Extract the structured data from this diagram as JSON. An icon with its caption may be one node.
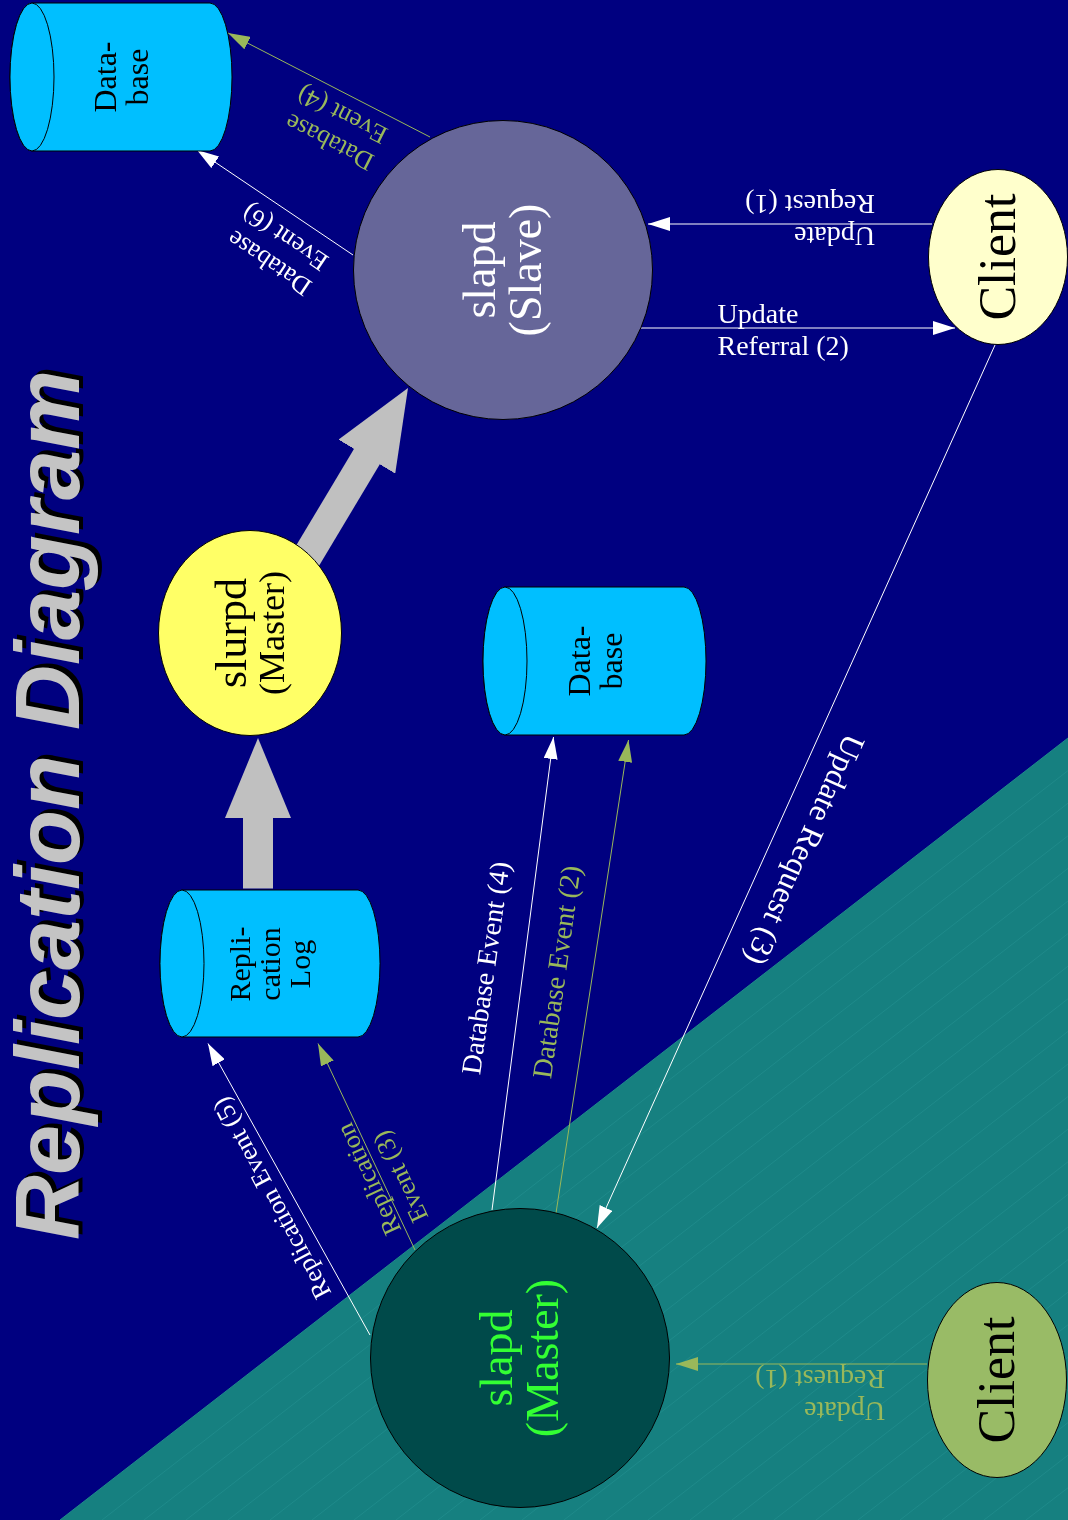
{
  "diagram": {
    "title": "Replication Diagram",
    "nodes": [
      {
        "text": [
          "Data- base"
        ]
      },
      {
        "text": [
          "slapd",
          "(Slave)"
        ]
      },
      {
        "text": [
          "Client"
        ]
      },
      {
        "text": [
          "slurpd",
          "(Master)"
        ]
      },
      {
        "text": [
          "Data- base"
        ]
      },
      {
        "text": [
          "Repli- cation Log"
        ]
      },
      {
        "text": [
          "slapd",
          "(Master)"
        ]
      },
      {
        "text": [
          "Client"
        ]
      }
    ],
    "edges": [
      {
        "from": 2,
        "to": 1,
        "arrow": "to",
        "label": "Update Request (1)"
      },
      {
        "from": 1,
        "to": 2,
        "arrow": "to",
        "label": "Update Referral (2)"
      },
      {
        "from": 2,
        "to": 6,
        "arrow": "to",
        "label": "Update Request (3)"
      },
      {
        "from": 1,
        "to": 0,
        "arrow": "to",
        "label": "Database Event (4)",
        "color": "#99b85a"
      },
      {
        "from": 1,
        "to": 0,
        "arrow": "to",
        "label": "Database Event (6)"
      },
      {
        "from": 3,
        "to": 1,
        "arrow": "to",
        "style": "thick",
        "color": "#c0c0c0"
      },
      {
        "from": 5,
        "to": 3,
        "arrow": "to",
        "style": "thick",
        "color": "#c0c0c0"
      },
      {
        "from": 6,
        "to": 4,
        "arrow": "to",
        "label": "Database Event (4)"
      },
      {
        "from": 6,
        "to": 4,
        "arrow": "to",
        "label": "Database Event (2)",
        "color": "#99b85a"
      },
      {
        "from": 6,
        "to": 5,
        "arrow": "to",
        "label": "Replication Event (5)"
      },
      {
        "from": 6,
        "to": 5,
        "arrow": "to",
        "label": "Replication Event (3)",
        "color": "#99b85a"
      },
      {
        "from": 7,
        "to": 6,
        "arrow": "to",
        "label": "Update Request (1)",
        "color": "#99b85a"
      }
    ]
  }
}
